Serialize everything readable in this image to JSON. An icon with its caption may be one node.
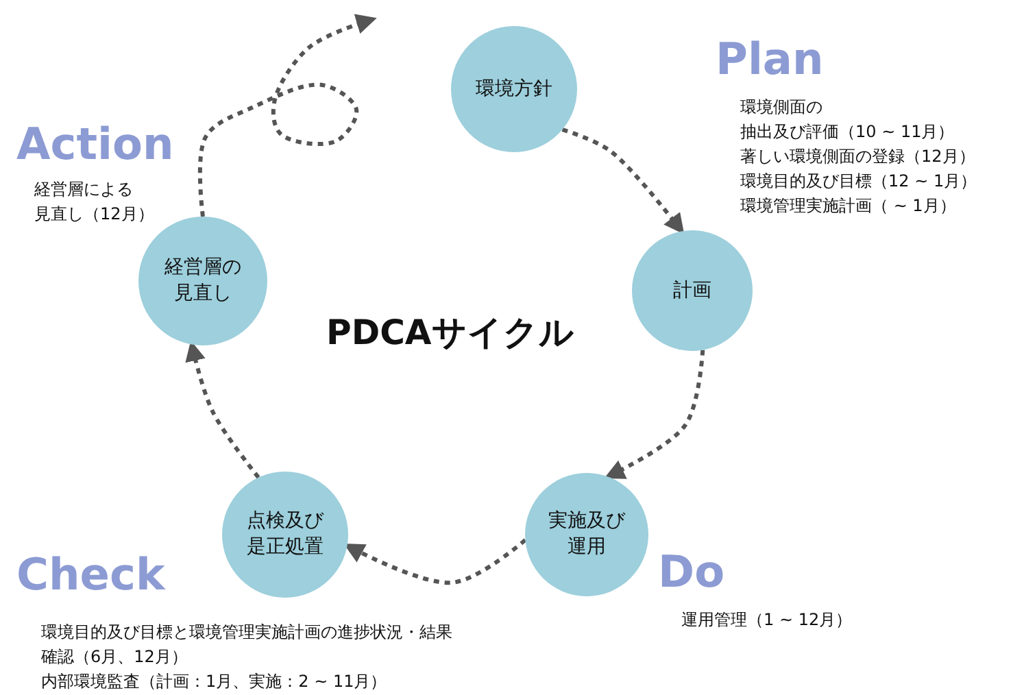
{
  "diagram": {
    "title": "PDCAサイクル",
    "nodes": [
      {
        "text": [
          "環境方針"
        ]
      },
      {
        "text": [
          "計画"
        ]
      },
      {
        "text": [
          "実施及び運用"
        ]
      },
      {
        "text": [
          "点検及び是正処置"
        ]
      },
      {
        "text": [
          "経営層の見直し"
        ]
      }
    ],
    "edges": [
      {
        "from": 0,
        "to": 1,
        "arrow": "to"
      },
      {
        "from": 1,
        "to": 2,
        "arrow": "to"
      },
      {
        "from": 2,
        "to": 3,
        "arrow": "to"
      },
      {
        "from": 3,
        "to": 4,
        "arrow": "to"
      },
      {
        "from": 4,
        "to": null,
        "arrow": "to"
      }
    ],
    "labels": [
      "Plan",
      "環境側面の",
      "抽出及び評価（10 ~ 11月）",
      "著しい環境側面の登録（12月）",
      "環境目的及び目標（12 ~ 1月）",
      "環境管理実施計画（ ~ 1月）",
      "Action",
      "経営層による",
      "見直し（12月）",
      "Do",
      "運用管理（1 ~ 12月）",
      "Check",
      "環境目的及び目標と環境管理実施計画の進捗状況・結果",
      "確認（6月、12月）",
      "内部環境監査（計画：1月、実施：2 ~ 11月）"
    ]
  }
}
